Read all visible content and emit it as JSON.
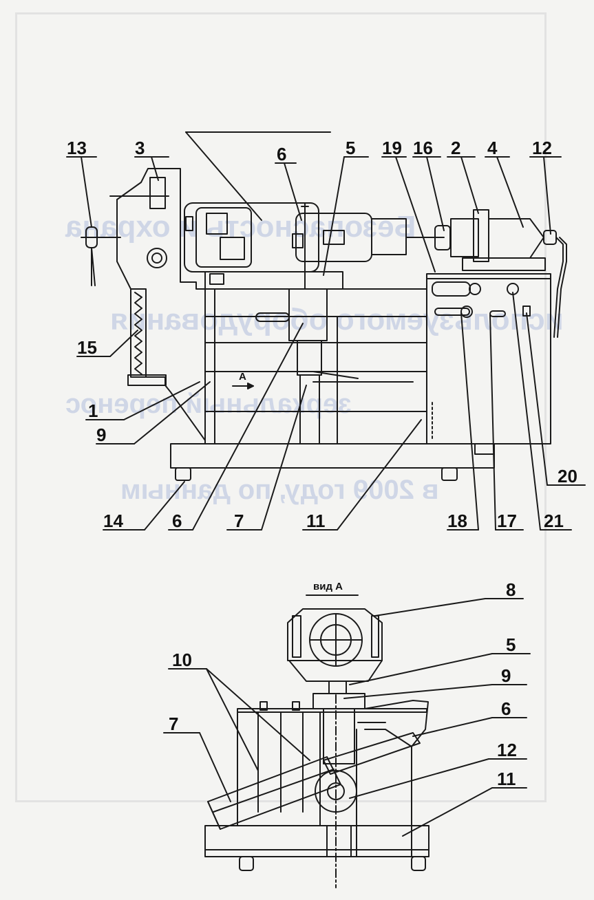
{
  "watermark": {
    "lines": [
      "Безопасность и охрана",
      "используемого оборудования",
      "зеркальный перенос",
      "в 2009 году, по данным"
    ]
  },
  "diagram": {
    "view_label": "вид А",
    "arrow_label": "А",
    "main_labels": {
      "l13": "13",
      "l3": "3",
      "l6a": "6",
      "l5": "5",
      "l19": "19",
      "l16": "16",
      "l2": "2",
      "l4": "4",
      "l12": "12",
      "l15": "15",
      "l1": "1",
      "l9": "9",
      "l14": "14",
      "l6b": "6",
      "l7": "7",
      "l11": "11",
      "l18": "18",
      "l17": "17",
      "l21": "21",
      "l20": "20"
    },
    "side_labels": {
      "l8": "8",
      "l5": "5",
      "l9": "9",
      "l10": "10",
      "l6": "6",
      "l7": "7",
      "l12": "12",
      "l11": "11"
    }
  },
  "colors": {
    "ink": "#1a1a1a",
    "paper": "#f4f4f2",
    "watermark": "#cfd6e6"
  }
}
